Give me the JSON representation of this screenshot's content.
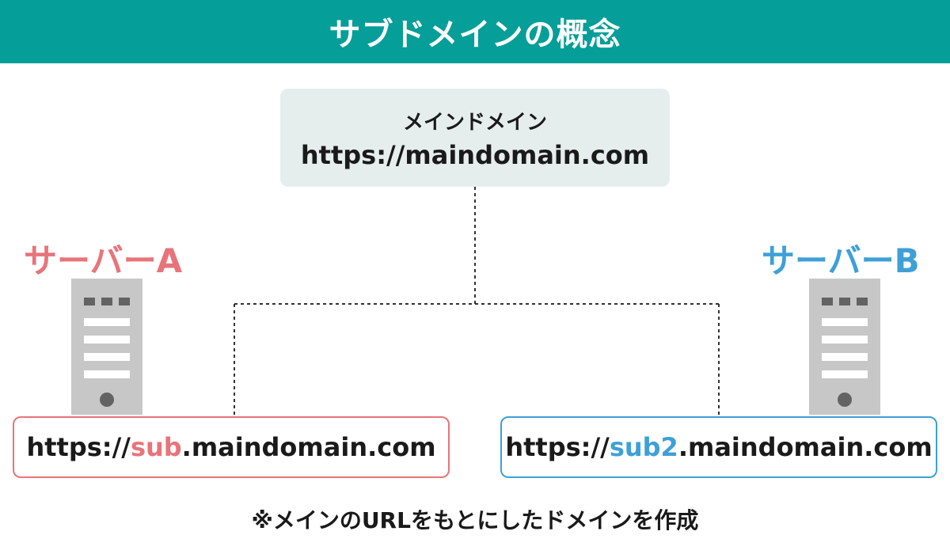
{
  "header": {
    "title": "サブドメインの概念"
  },
  "main_domain": {
    "label": "メインドメイン",
    "url": "https://maindomain.com"
  },
  "server_a": {
    "title": "サーバーA",
    "url_prefix": "https://",
    "url_highlight": "sub",
    "url_suffix": ".maindomain.com",
    "color": "#e8747a"
  },
  "server_b": {
    "title": "サーバーB",
    "url_prefix": "https://",
    "url_highlight": "sub2",
    "url_suffix": ".maindomain.com",
    "color": "#3ea0d6"
  },
  "footnote": "※メインのURLをもとにしたドメインを作成",
  "colors": {
    "header_bg": "#059e98",
    "main_box_bg": "#e6eeed",
    "server_body": "#c7c7c7"
  }
}
